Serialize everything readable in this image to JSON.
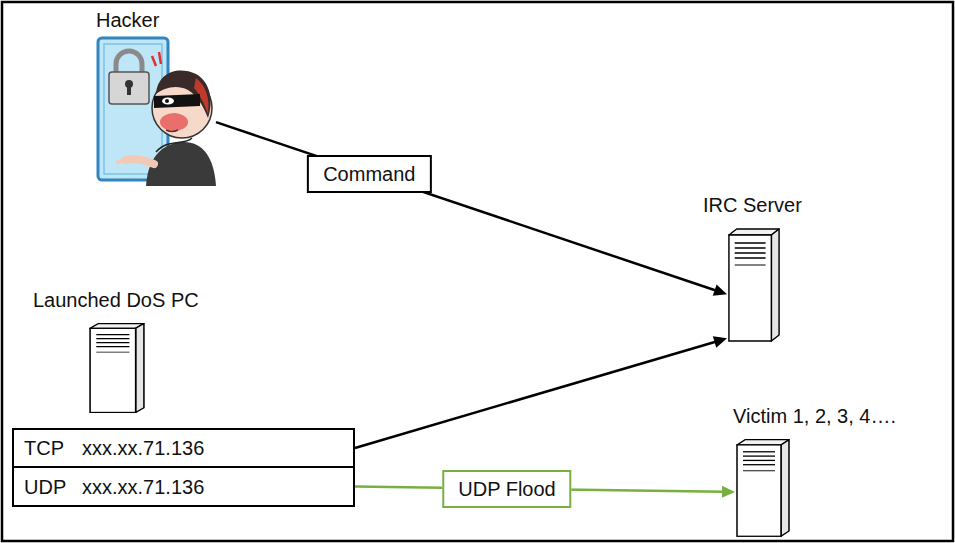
{
  "diagram": {
    "nodes": [
      {
        "text": [
          "Hacker"
        ]
      },
      {
        "text": [
          "IRC Server"
        ]
      },
      {
        "text": [
          "Launched DoS PC"
        ]
      },
      {
        "text": [
          "TCP",
          "xxx.xx.71.136"
        ]
      },
      {
        "text": [
          "UDP",
          "xxx.xx.71.136"
        ]
      },
      {
        "text": [
          "Victim 1, 2, 3, 4…."
        ]
      }
    ],
    "edges": [
      {
        "from": 0,
        "to": 1,
        "label": "Command",
        "arrow": "to"
      },
      {
        "from": 3,
        "to": 1,
        "arrow": "to"
      },
      {
        "from": 4,
        "to": 5,
        "label": "UDP Flood",
        "arrow": "to"
      }
    ]
  }
}
